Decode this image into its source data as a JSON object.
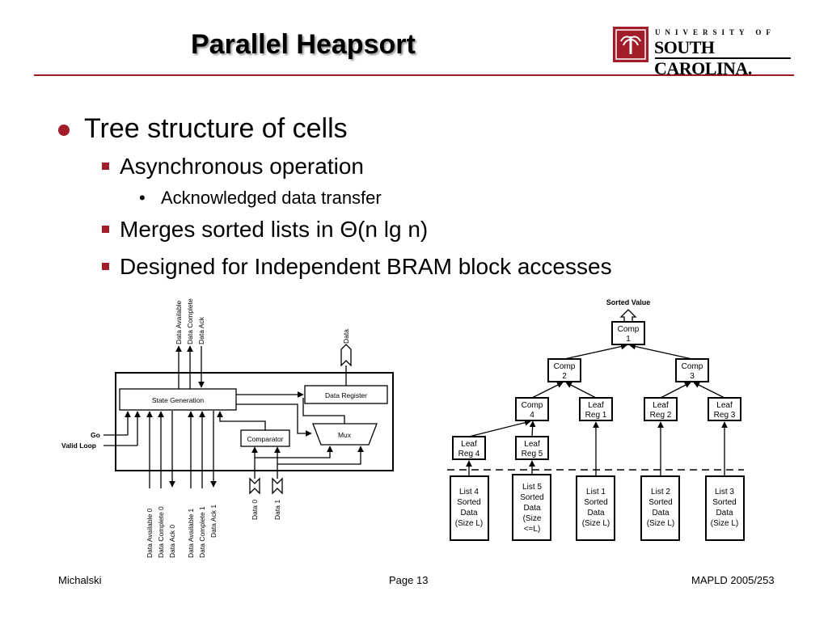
{
  "slide": {
    "title": "Parallel Heapsort",
    "logo": {
      "top_text": "UNIVERSITY OF",
      "main_text": "SOUTH CAROLINA."
    },
    "bullets": {
      "l1": "Tree structure of cells",
      "l2a": "Asynchronous operation",
      "l3": "Acknowledged data transfer",
      "l2b": "Merges sorted lists in Θ(n lg n)",
      "l2c": "Designed for Independent BRAM block accesses"
    },
    "footer": {
      "left": "Michalski",
      "center": "Page 13",
      "right": "MAPLD 2005/253"
    },
    "colors": {
      "accent": "#a21d2a",
      "rule": "#9b1b24"
    }
  },
  "cell_diagram": {
    "top_signals": [
      "Data Available",
      "Data Complete",
      "Data Ack"
    ],
    "data_out": "Data",
    "state_generation": "State Generation",
    "data_register": "Data Register",
    "comparator": "Comparator",
    "mux": "Mux",
    "go": "Go",
    "valid_loop": "Valid Loop",
    "bottom_signals": [
      "Data Available 0",
      "Data Complete 0",
      "Data Ack 0",
      "Data Available 1",
      "Data Complete 1",
      "Data Ack 1"
    ],
    "data_inputs": [
      "Data 0",
      "Data 1"
    ]
  },
  "tree_diagram": {
    "sorted_value": "Sorted Value",
    "comp1": [
      "Comp",
      "1"
    ],
    "comp2": [
      "Comp",
      "2"
    ],
    "comp3": [
      "Comp",
      "3"
    ],
    "comp4": [
      "Comp",
      "4"
    ],
    "leaf1": [
      "Leaf",
      "Reg 1"
    ],
    "leaf2": [
      "Leaf",
      "Reg 2"
    ],
    "leaf3": [
      "Leaf",
      "Reg 3"
    ],
    "leaf4": [
      "Leaf",
      "Reg 4"
    ],
    "leaf5": [
      "Leaf",
      "Reg 5"
    ],
    "list4": [
      "List 4",
      "Sorted",
      "Data",
      "(Size L)"
    ],
    "list5": [
      "List 5",
      "Sorted",
      "Data",
      "(Size",
      "<=L)"
    ],
    "list1": [
      "List 1",
      "Sorted",
      "Data",
      "(Size L)"
    ],
    "list2": [
      "List 2",
      "Sorted",
      "Data",
      "(Size L)"
    ],
    "list3": [
      "List 3",
      "Sorted",
      "Data",
      "(Size L)"
    ]
  }
}
